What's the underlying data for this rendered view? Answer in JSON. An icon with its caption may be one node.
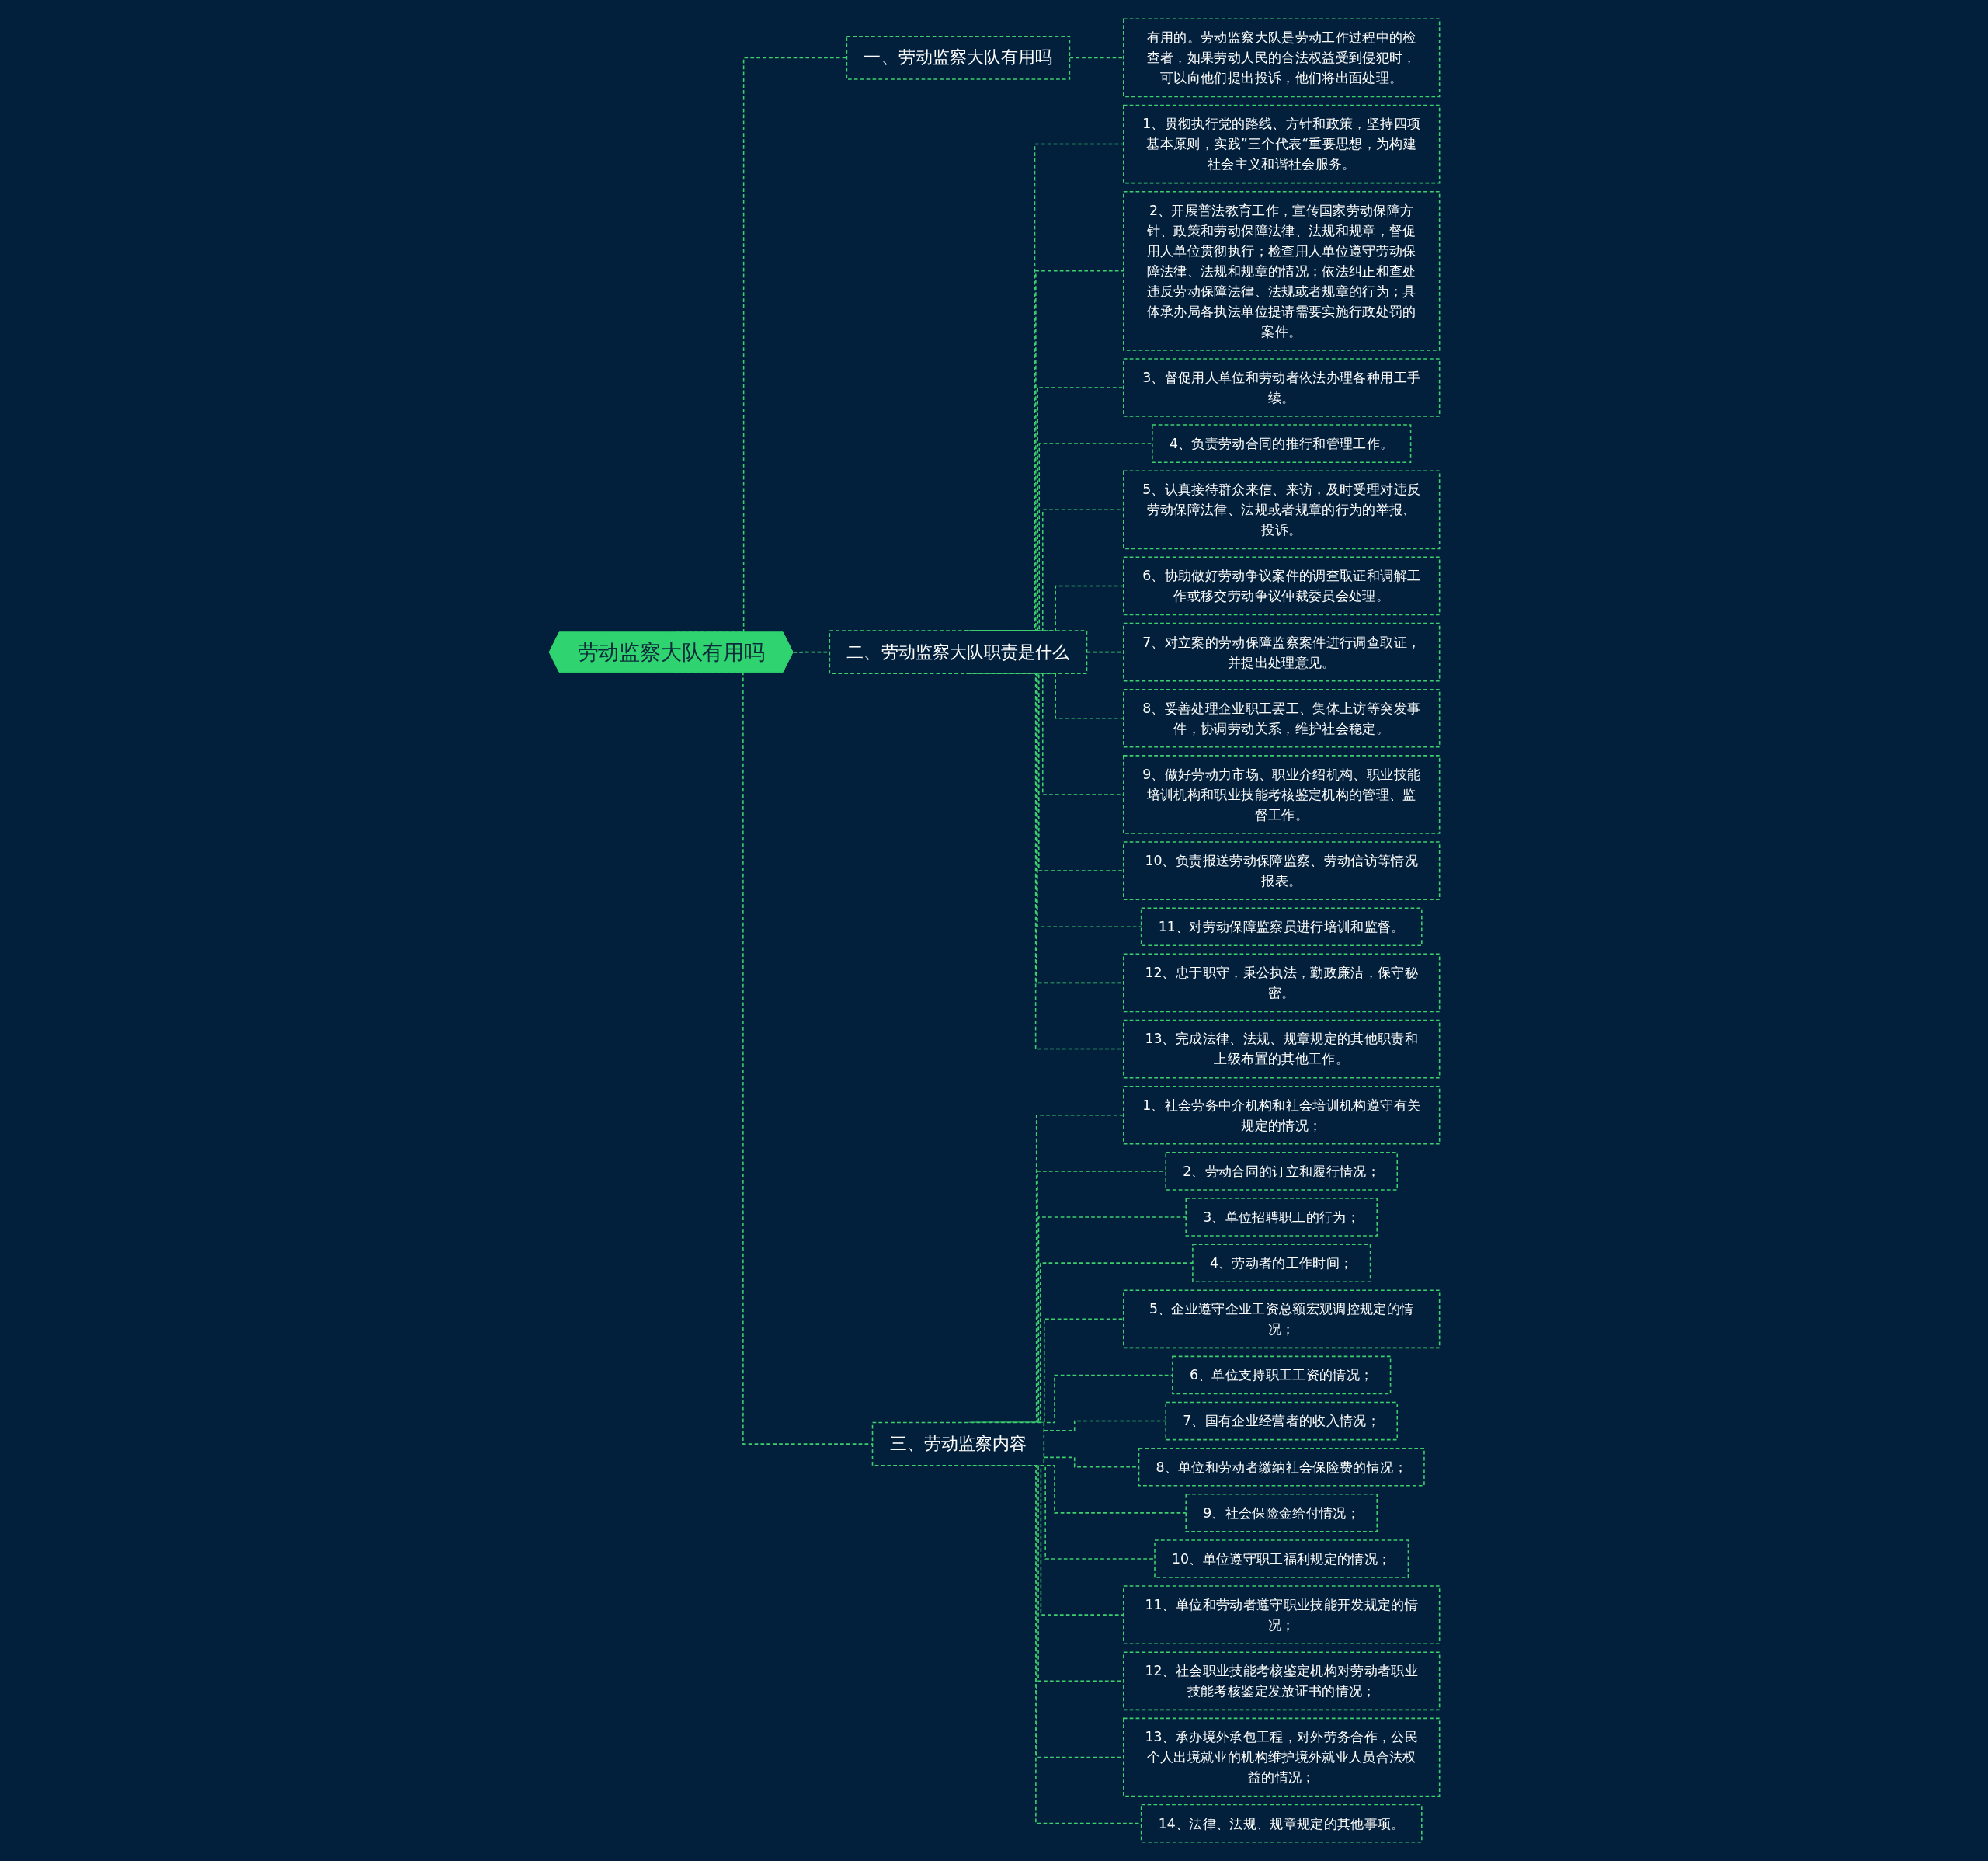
{
  "diagram": {
    "nodes": [
      {
        "text": [
          "劳动监察大队有用吗"
        ]
      },
      {
        "text": [
          "一、劳动监察大队有用吗"
        ]
      },
      {
        "text": [
          "有用的。劳动监察大队是劳动工作过程中的检查者，如果劳动人民的合法权益受到侵犯时，可以向他们提出投诉，他们将出面处理。"
        ]
      },
      {
        "text": [
          "二、劳动监察大队职责是什么"
        ]
      },
      {
        "text": [
          "1、贯彻执行党的路线、方针和政策，坚持四项基本原则，实践”三个代表“重要思想，为构建社会主义和谐社会服务。"
        ]
      },
      {
        "text": [
          "2、开展普法教育工作，宣传国家劳动保障方针、政策和劳动保障法律、法规和规章，督促用人单位贯彻执行；检查用人单位遵守劳动保障法律、法规和规章的情况；依法纠正和查处违反劳动保障法律、法规或者规章的行为；具体承办局各执法单位提请需要实施行政处罚的案件。"
        ]
      },
      {
        "text": [
          "3、督促用人单位和劳动者依法办理各种用工手续。"
        ]
      },
      {
        "text": [
          "4、负责劳动合同的推行和管理工作。"
        ]
      },
      {
        "text": [
          "5、认真接待群众来信、来访，及时受理对违反劳动保障法律、法规或者规章的行为的举报、投诉。"
        ]
      },
      {
        "text": [
          "6、协助做好劳动争议案件的调查取证和调解工作或移交劳动争议仲裁委员会处理。"
        ]
      },
      {
        "text": [
          "7、对立案的劳动保障监察案件进行调查取证，并提出处理意见。"
        ]
      },
      {
        "text": [
          "8、妥善处理企业职工罢工、集体上访等突发事件，协调劳动关系，维护社会稳定。"
        ]
      },
      {
        "text": [
          "9、做好劳动力市场、职业介绍机构、职业技能培训机构和职业技能考核鉴定机构的管理、监督工作。"
        ]
      },
      {
        "text": [
          "10、负责报送劳动保障监察、劳动信访等情况报表。"
        ]
      },
      {
        "text": [
          "11、对劳动保障监察员进行培训和监督。"
        ]
      },
      {
        "text": [
          "12、忠于职守，秉公执法，勤政廉洁，保守秘密。"
        ]
      },
      {
        "text": [
          "13、完成法律、法规、规章规定的其他职责和上级布置的其他工作。"
        ]
      },
      {
        "text": [
          "三、劳动监察内容"
        ]
      },
      {
        "text": [
          "1、社会劳务中介机构和社会培训机构遵守有关规定的情况；"
        ]
      },
      {
        "text": [
          "2、劳动合同的订立和履行情况；"
        ]
      },
      {
        "text": [
          "3、单位招聘职工的行为；"
        ]
      },
      {
        "text": [
          "4、劳动者的工作时间；"
        ]
      },
      {
        "text": [
          "5、企业遵守企业工资总额宏观调控规定的情况；"
        ]
      },
      {
        "text": [
          "6、单位支持职工工资的情况；"
        ]
      },
      {
        "text": [
          "7、国有企业经营者的收入情况；"
        ]
      },
      {
        "text": [
          "8、单位和劳动者缴纳社会保险费的情况；"
        ]
      },
      {
        "text": [
          "9、社会保险金给付情况；"
        ]
      },
      {
        "text": [
          "10、单位遵守职工福利规定的情况；"
        ]
      },
      {
        "text": [
          "11、单位和劳动者遵守职业技能开发规定的情况；"
        ]
      },
      {
        "text": [
          "12、社会职业技能考核鉴定机构对劳动者职业技能考核鉴定发放证书的情况；"
        ]
      },
      {
        "text": [
          "13、承办境外承包工程，对外劳务合作，公民个人出境就业的机构维护境外就业人员合法权益的情况；"
        ]
      },
      {
        "text": [
          "14、法律、法规、规章规定的其他事项。"
        ]
      }
    ],
    "edges": [
      {
        "from": 0,
        "to": 1,
        "arrow": "none",
        "style": "dashed"
      },
      {
        "from": 1,
        "to": 2,
        "arrow": "none",
        "style": "dashed"
      },
      {
        "from": 0,
        "to": 3,
        "arrow": "none",
        "style": "dashed"
      },
      {
        "from": 3,
        "to": 4,
        "arrow": "none",
        "style": "dashed"
      },
      {
        "from": 3,
        "to": 5,
        "arrow": "none",
        "style": "dashed"
      },
      {
        "from": 3,
        "to": 6,
        "arrow": "none",
        "style": "dashed"
      },
      {
        "from": 3,
        "to": 7,
        "arrow": "none",
        "style": "dashed"
      },
      {
        "from": 3,
        "to": 8,
        "arrow": "none",
        "style": "dashed"
      },
      {
        "from": 3,
        "to": 9,
        "arrow": "none",
        "style": "dashed"
      },
      {
        "from": 3,
        "to": 10,
        "arrow": "none",
        "style": "dashed"
      },
      {
        "from": 3,
        "to": 11,
        "arrow": "none",
        "style": "dashed"
      },
      {
        "from": 3,
        "to": 12,
        "arrow": "none",
        "style": "dashed"
      },
      {
        "from": 3,
        "to": 13,
        "arrow": "none",
        "style": "dashed"
      },
      {
        "from": 3,
        "to": 14,
        "arrow": "none",
        "style": "dashed"
      },
      {
        "from": 3,
        "to": 15,
        "arrow": "none",
        "style": "dashed"
      },
      {
        "from": 3,
        "to": 16,
        "arrow": "none",
        "style": "dashed"
      },
      {
        "from": 0,
        "to": 17,
        "arrow": "none",
        "style": "dashed"
      },
      {
        "from": 17,
        "to": 18,
        "arrow": "none",
        "style": "dashed"
      },
      {
        "from": 17,
        "to": 19,
        "arrow": "none",
        "style": "dashed"
      },
      {
        "from": 17,
        "to": 20,
        "arrow": "none",
        "style": "dashed"
      },
      {
        "from": 17,
        "to": 21,
        "arrow": "none",
        "style": "dashed"
      },
      {
        "from": 17,
        "to": 22,
        "arrow": "none",
        "style": "dashed"
      },
      {
        "from": 17,
        "to": 23,
        "arrow": "none",
        "style": "dashed"
      },
      {
        "from": 17,
        "to": 24,
        "arrow": "none",
        "style": "dashed"
      },
      {
        "from": 17,
        "to": 25,
        "arrow": "none",
        "style": "dashed"
      },
      {
        "from": 17,
        "to": 26,
        "arrow": "none",
        "style": "dashed"
      },
      {
        "from": 17,
        "to": 27,
        "arrow": "none",
        "style": "dashed"
      },
      {
        "from": 17,
        "to": 28,
        "arrow": "none",
        "style": "dashed"
      },
      {
        "from": 17,
        "to": 29,
        "arrow": "none",
        "style": "dashed"
      },
      {
        "from": 17,
        "to": 30,
        "arrow": "none",
        "style": "dashed"
      },
      {
        "from": 17,
        "to": 31,
        "arrow": "none",
        "style": "dashed"
      }
    ]
  }
}
